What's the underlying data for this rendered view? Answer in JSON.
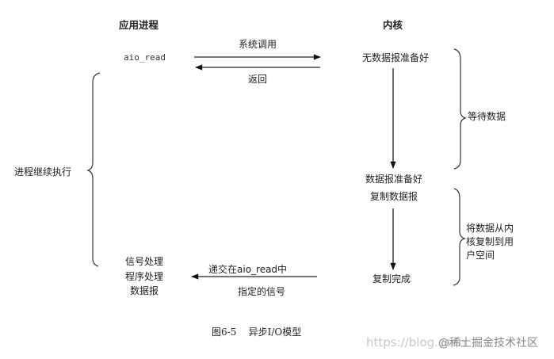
{
  "headers": {
    "app_process": "应用进程",
    "kernel": "内核"
  },
  "app": {
    "call": "aio_read",
    "continue": "进程继续执行",
    "handler": [
      "信号处理",
      "程序处理",
      "数据报"
    ]
  },
  "arrows": {
    "syscall": "系统调用",
    "return": "返回",
    "signal_top": "递交在aio_read中",
    "signal_bottom": "指定的信号"
  },
  "kernel": {
    "no_data": "无数据报准备好",
    "data_ready": "数据报准备好",
    "copy": "复制数据报",
    "done": "复制完成"
  },
  "phases": {
    "wait": "等待数据",
    "copy": [
      "将数据从内",
      "核复制到用",
      "户空间"
    ]
  },
  "caption": "图6-5    异步I/O模型",
  "watermark": {
    "url": "https://blog.csdn",
    "brand": "@稀土掘金技术社区"
  }
}
